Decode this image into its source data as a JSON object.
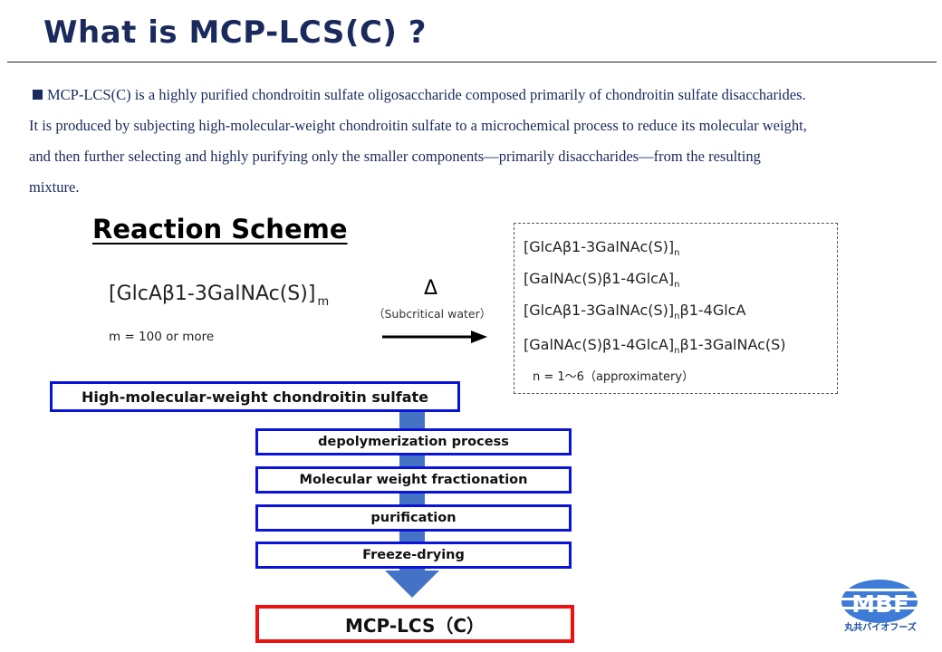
{
  "header": {
    "title": "What is MCP-LCS(C) ?"
  },
  "intro": {
    "lines": [
      "MCP-LCS(C) is a highly purified chondroitin sulfate oligosaccharide composed primarily of chondroitin sulfate disaccharides.",
      "It is produced by subjecting high-molecular-weight chondroitin sulfate to a microchemical process to reduce its molecular weight,",
      "and then further selecting and highly purifying only the smaller components—primarily disaccharides—from the resulting",
      "mixture."
    ]
  },
  "scheme": {
    "title": "Reaction Scheme",
    "reactant": "[GlcAβ1-3GalNAc(S)]",
    "reactant_sub": "m",
    "m_note": "m = 100 or more",
    "delta": "Δ",
    "condition": "（Subcritical water）",
    "products": [
      {
        "text": "[GlcAβ1-3GalNAc(S)]",
        "sub": "n",
        "tail": ""
      },
      {
        "text": "[GalNAc(S)β1-4GlcA]",
        "sub": "n",
        "tail": ""
      },
      {
        "text": "[GlcAβ1-3GalNAc(S)]",
        "sub": "n",
        "tail": "β1-4GlcA"
      },
      {
        "text": "[GalNAc(S)β1-4GlcA]",
        "sub": "n",
        "tail": "β1-3GalNAc(S)"
      }
    ],
    "n_note": "n = 1～6（approximatery）"
  },
  "flow": {
    "start": "High-molecular-weight chondroitin sulfate",
    "steps": [
      "depolymerization process",
      "Molecular weight fractionation",
      "purification",
      "Freeze-drying"
    ],
    "final": "MCP-LCS（C）"
  },
  "logo": {
    "letters": "MBF",
    "caption": "丸共バイオフーズ"
  },
  "colors": {
    "title": "#1b2a5c",
    "box_border": "#0a14d8",
    "final_border": "#ee1111",
    "flow_arrow": "#4472c4"
  }
}
